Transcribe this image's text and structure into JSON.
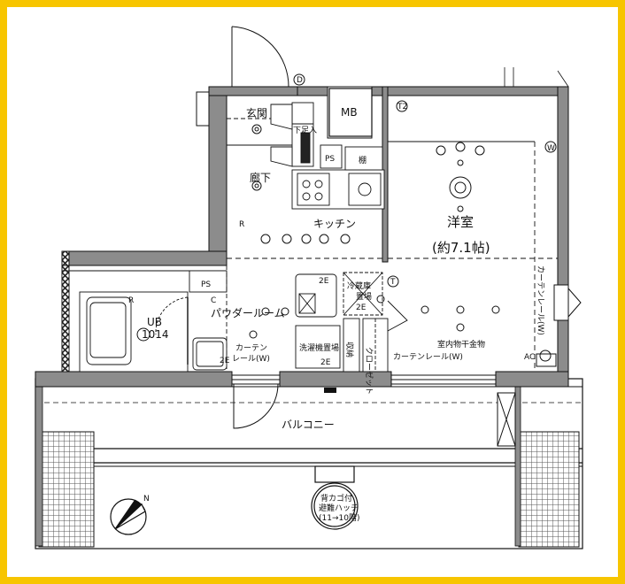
{
  "rooms": {
    "genkan": "玄関",
    "mb": "MB",
    "rouka": "廊下",
    "ps1": "PS",
    "ps2": "PS",
    "tana": "棚",
    "kitchen": "キッチン",
    "yoshitsu": "洋室",
    "yoshitsu_size": "(約7.1帖)",
    "powder": "パウダールーム",
    "ub": "UB",
    "ub_size": "1014",
    "reizoko": "冷蔵庫",
    "okiba": "置場",
    "sentaku": "洗濯機置場",
    "closet": "クローゼット",
    "shuno": "収納",
    "balcony": "バルコニー"
  },
  "labels": {
    "getabako": "下足入",
    "curtain_rail_v": "カーテンレール(W)",
    "curtain_rail_1": "カーテン",
    "curtain_rail_2": "レール(W)",
    "curtain_rail_3": "カーテンレール(W)",
    "shitsunai_hoshi": "室内物干金物",
    "ac": "AC",
    "hatch_1": "避難ハッチ",
    "hatch_2": "背カゴ付",
    "hatch_3": "(11→10階)",
    "north": "N",
    "tag_d": "D",
    "tag_t2": "T2",
    "tag_r1": "R",
    "tag_r2": "R",
    "tag_c": "C",
    "tag_2e_1": "2E",
    "tag_2e_2": "2E",
    "tag_2e_3": "2E",
    "tag_2e_4": "2E",
    "tag_t": "T",
    "tag_w": "W"
  },
  "colors": {
    "frame": "#f7c500",
    "wall": "#8c8c8c",
    "line": "#111111",
    "hatch": "#555555"
  }
}
